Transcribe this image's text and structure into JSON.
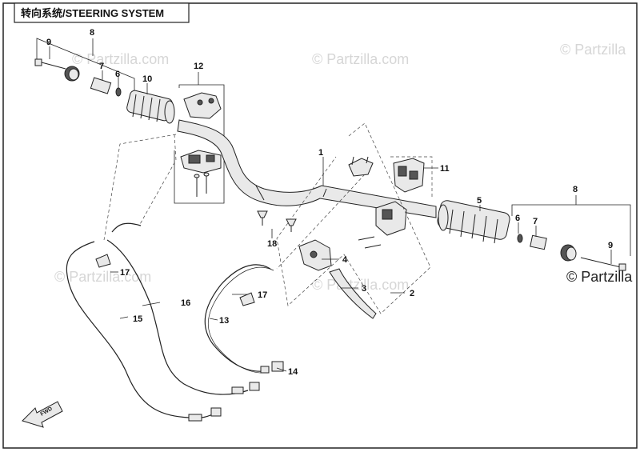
{
  "title": "转向系统/STEERING SYSTEM",
  "watermark": "© Partzilla.com",
  "watermark_cut": "© Partzilla",
  "fwd_label": "FWD",
  "callouts": {
    "c1": "1",
    "c2": "2",
    "c3": "3",
    "c4": "4",
    "c5": "5",
    "c6a": "6",
    "c6b": "6",
    "c7a": "7",
    "c7b": "7",
    "c8a": "8",
    "c8b": "8",
    "c9a": "9",
    "c9b": "9",
    "c10": "10",
    "c11": "11",
    "c12": "12",
    "c13": "13",
    "c14": "14",
    "c15": "15",
    "c16": "16",
    "c17a": "17",
    "c17b": "17",
    "c18": "18"
  }
}
